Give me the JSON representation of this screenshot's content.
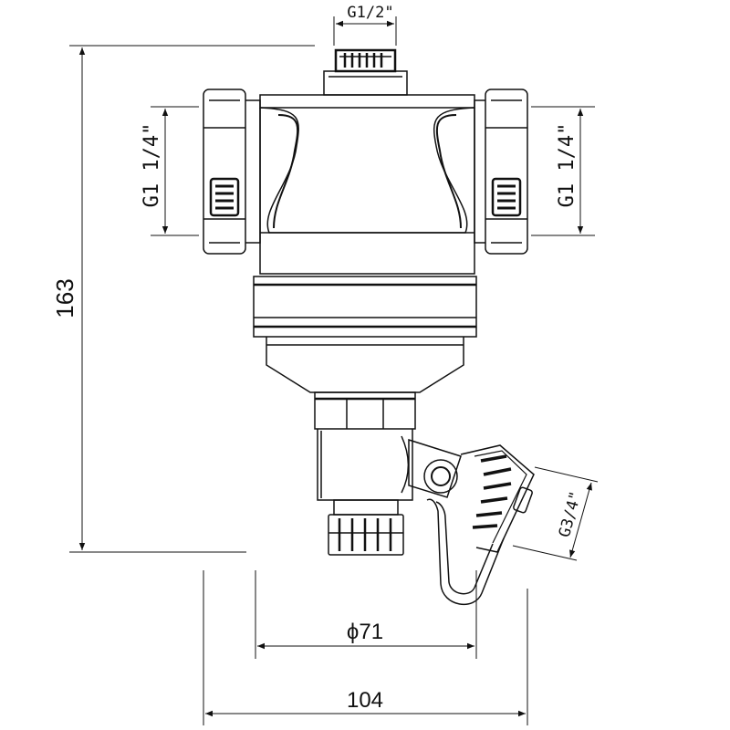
{
  "drawing": {
    "dimensions": {
      "top_thread": "G1/2\"",
      "left_thread": "G1  1/4\"",
      "right_thread": "G1  1/4\"",
      "drain_thread": "G3/4\"",
      "height": "163",
      "body_diameter": "ϕ71",
      "overall_width": "104"
    },
    "colors": {
      "line": "#111111",
      "fill": "#ffffff",
      "dark_fill": "#111111"
    }
  }
}
